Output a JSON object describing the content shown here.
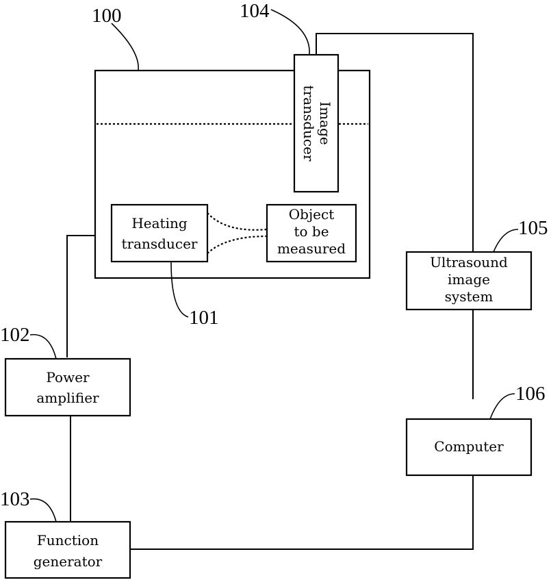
{
  "diagram": {
    "title": "",
    "blocks": {
      "enclosure": {
        "ref": "100"
      },
      "heating_transducer": {
        "ref": "101",
        "lines": [
          "Heating",
          "transducer"
        ]
      },
      "object": {
        "lines": [
          "Object",
          "to be",
          "measured"
        ]
      },
      "image_transducer": {
        "ref": "104",
        "lines": [
          "Image",
          "transducer"
        ]
      },
      "power_amplifier": {
        "ref": "102",
        "lines": [
          "Power",
          "amplifier"
        ]
      },
      "function_generator": {
        "ref": "103",
        "lines": [
          "Function",
          "generator"
        ]
      },
      "ultrasound_system": {
        "ref": "105",
        "lines": [
          "Ultrasound",
          "image",
          "system"
        ]
      },
      "computer": {
        "ref": "106",
        "lines": [
          "Computer"
        ]
      }
    },
    "connections": [
      [
        "function_generator",
        "power_amplifier"
      ],
      [
        "power_amplifier",
        "heating_transducer"
      ],
      [
        "heating_transducer",
        "object"
      ],
      [
        "image_transducer",
        "ultrasound_system"
      ],
      [
        "ultrasound_system",
        "computer"
      ],
      [
        "computer",
        "function_generator"
      ]
    ]
  }
}
